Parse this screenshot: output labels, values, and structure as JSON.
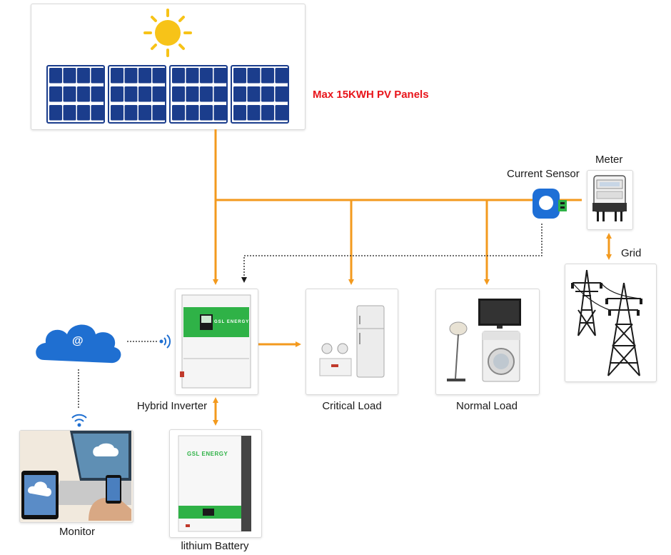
{
  "pv": {
    "label": "Max 15KWH PV Panels"
  },
  "current_sensor": {
    "label": "Current Sensor"
  },
  "meter": {
    "label": "Meter"
  },
  "grid": {
    "label": "Grid"
  },
  "inverter": {
    "label": "Hybrid Inverter",
    "brand": "GSL ENERGY"
  },
  "critical_load": {
    "label": "Critical Load"
  },
  "normal_load": {
    "label": "Normal Load"
  },
  "battery": {
    "label": "lithium Battery",
    "brand": "GSL ENERGY"
  },
  "monitor": {
    "label": "Monitor"
  },
  "cloud": {
    "symbol": "@"
  },
  "colors": {
    "wire": "#f39a1e",
    "panel": "#1b3d8c",
    "sun": "#f7c318",
    "brand_green": "#2fb247",
    "cloud": "#1f6fd1",
    "pv_label": "#e8151b"
  }
}
